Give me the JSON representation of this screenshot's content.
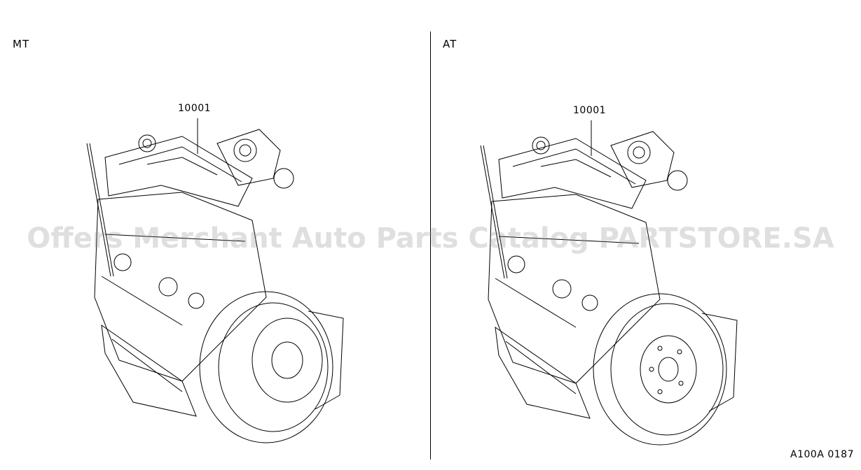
{
  "panels": {
    "left": {
      "label": "MT",
      "part_number": "10001"
    },
    "right": {
      "label": "AT",
      "part_number": "10001"
    }
  },
  "diagram_code": "A100A 0187",
  "watermark": "Offers Merchant Auto Parts Catalog PARTSTORE.SA",
  "colors": {
    "line": "#000000",
    "background": "#ffffff",
    "watermark": "#8c8c8c"
  }
}
